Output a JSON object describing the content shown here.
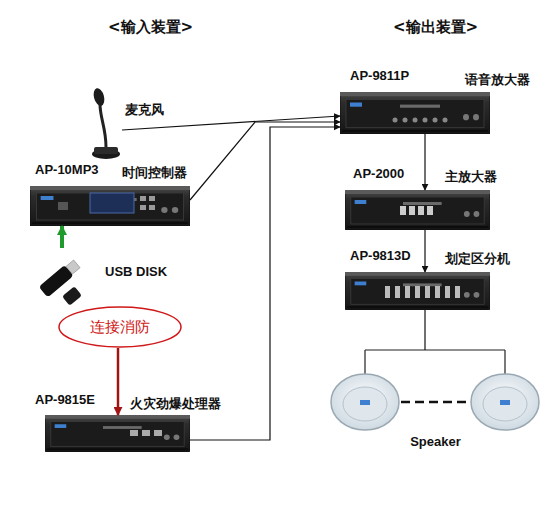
{
  "diagram": {
    "nodes": [
      {
        "text": [
          "AP-9811P",
          "语音放大器"
        ]
      },
      {
        "text": [
          "麦克风"
        ]
      },
      {
        "text": [
          "AP-10MP3",
          "时间控制器"
        ]
      },
      {
        "text": [
          "AP-2000",
          "主放大器"
        ]
      },
      {
        "text": [
          "AP-9813D",
          "划定区分机"
        ]
      },
      {
        "text": [
          "USB DISK"
        ]
      },
      {
        "text": [
          "连接消防"
        ]
      },
      {
        "text": [
          "AP-9815E",
          "火灾劲爆处理器"
        ]
      },
      {
        "text": [
          "Speaker"
        ]
      }
    ],
    "edges": [
      {
        "from": 1,
        "to": 0,
        "arrow": "to"
      },
      {
        "from": 2,
        "to": 0,
        "arrow": "to"
      },
      {
        "from": 7,
        "to": 0,
        "arrow": "to"
      },
      {
        "from": 0,
        "to": 3,
        "arrow": "to"
      },
      {
        "from": 3,
        "to": 4,
        "arrow": "to"
      },
      {
        "from": 4,
        "to": 8,
        "arrow": "none"
      },
      {
        "from": 5,
        "to": 2,
        "arrow": "to"
      },
      {
        "from": 6,
        "to": 7,
        "arrow": "to"
      }
    ],
    "labels": [
      "<输入装置>",
      "<输出装置>"
    ]
  }
}
